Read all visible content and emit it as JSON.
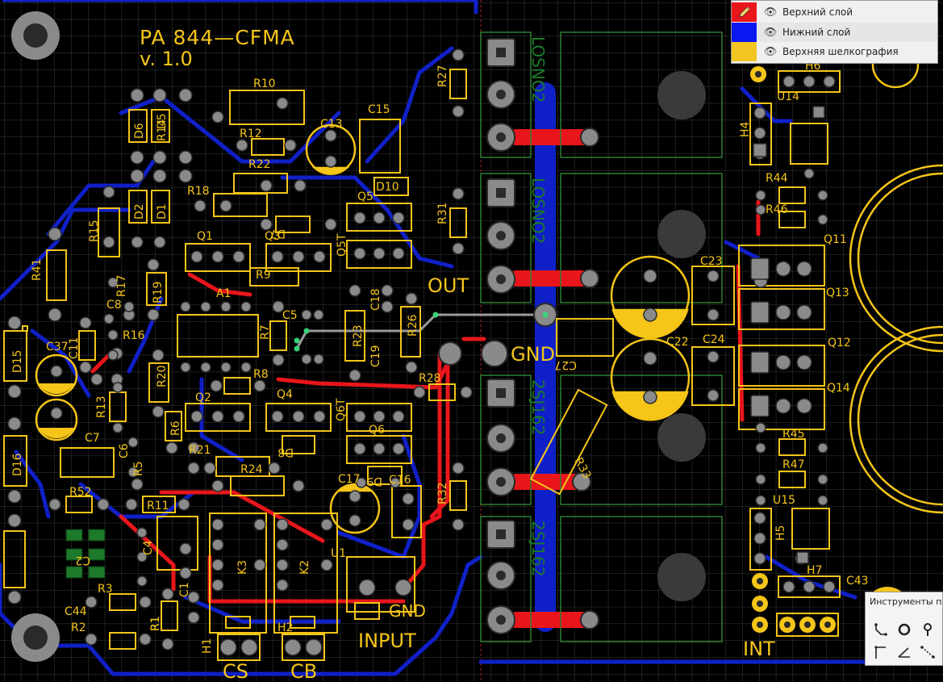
{
  "board": {
    "title": "PA 844—CFMA",
    "version": "v. 1.0",
    "labels": {
      "out": "OUT",
      "gnd": "GND",
      "input": "INPUT",
      "input_gnd": "GND",
      "int": "INT",
      "cs": "CS",
      "cb": "CB"
    },
    "module_texts": [
      "LOSNO2",
      "LOSNO2",
      "2SJ162",
      "2SJ162"
    ],
    "refdes": [
      "R10",
      "R12",
      "C13",
      "C15",
      "R27",
      "D6",
      "R14",
      "D5",
      "R22",
      "D10",
      "R18",
      "D2",
      "D1",
      "Q5",
      "R31",
      "R15",
      "D7",
      "Q1",
      "Q3",
      "Q5T",
      "R41",
      "R9",
      "OUT",
      "R17",
      "R19",
      "A1",
      "C5",
      "C18",
      "C8",
      "R7",
      "R23",
      "R26",
      "C37",
      "C11",
      "R16",
      "C19",
      "GND",
      "D15",
      "R20",
      "R8",
      "R28",
      "R13",
      "Q2",
      "Q4",
      "Q6T",
      "C27",
      "C7",
      "R6",
      "Q6",
      "D8",
      "C6",
      "R21",
      "D9",
      "D16",
      "R5",
      "R24",
      "C17",
      "C16",
      "R32",
      "R33",
      "R52",
      "R11",
      "R1",
      "K3",
      "K2",
      "U1",
      "C4",
      "C1",
      "C2",
      "R3",
      "C44",
      "R2",
      "R1",
      "H1",
      "H2",
      "U14",
      "H4",
      "R44",
      "R46",
      "Q11",
      "C23",
      "Q13",
      "C22",
      "C24",
      "Q12",
      "Q14",
      "R45",
      "R47",
      "U15",
      "H5",
      "H7",
      "C43",
      "H6"
    ]
  },
  "layers_panel": {
    "layers": [
      {
        "name": "Верхний слой",
        "color": "#e8161b",
        "icon": "pencil-icon",
        "visible_icon": "eye-icon"
      },
      {
        "name": "Нижний слой",
        "color": "#0b18f2",
        "icon": "",
        "visible_icon": "eye-icon"
      },
      {
        "name": "Верхняя шелкография",
        "color": "#f2c521",
        "icon": "",
        "visible_icon": "eye-icon"
      }
    ]
  },
  "tools_panel": {
    "title": "Инструменты пл",
    "tools": [
      "track-tool-icon",
      "pad-tool-icon",
      "via-tool-icon",
      "corner-tool-icon",
      "angle-tool-icon",
      "dashed-line-tool-icon"
    ]
  },
  "colors": {
    "background": "#000000",
    "grid": "#3a3a3a",
    "top_copper": "#e8161b",
    "bottom_copper": "#1020c8",
    "silkscreen": "#f5c518",
    "pad": "#8a8a8a"
  }
}
